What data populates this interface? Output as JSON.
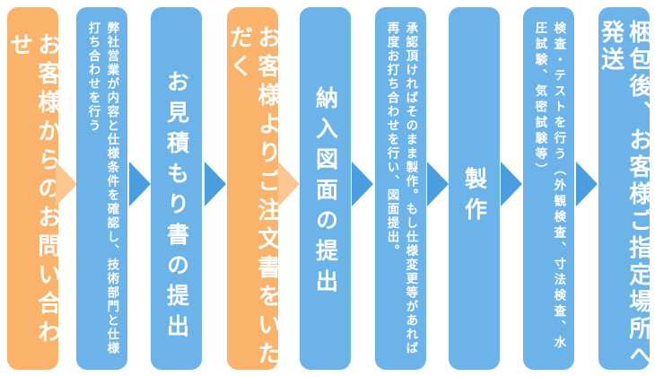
{
  "colors": {
    "orange": "#fbb26b",
    "blue": "#6bb3e9",
    "arrow_orange": "#fcc690",
    "arrow_blue": "#4a9ee0"
  },
  "steps": [
    {
      "text": "お客様からのお問い合わせ",
      "color": "orange"
    },
    {
      "text": "弊社営業が内容と仕様条件を確認し、技術部門と仕様打ち合わせを行う",
      "color": "blue"
    },
    {
      "text": "お見積もり書の提出",
      "color": "blue"
    },
    {
      "text": "お客様よりご注文書をいただく",
      "color": "orange"
    },
    {
      "text": "納入図面の提出",
      "color": "blue"
    },
    {
      "text": "承認頂ければそのまま製作。もし仕様変更等があれば再度お打ち合わせを行い、図面提出。",
      "color": "blue"
    },
    {
      "text": "製作",
      "color": "blue"
    },
    {
      "text": "検査・テストを行う（外観検査、寸法検査、水圧試験、気密試験等）",
      "color": "blue"
    },
    {
      "text": "梱包後、お客様ご指定場所へ発送",
      "color": "blue"
    }
  ]
}
